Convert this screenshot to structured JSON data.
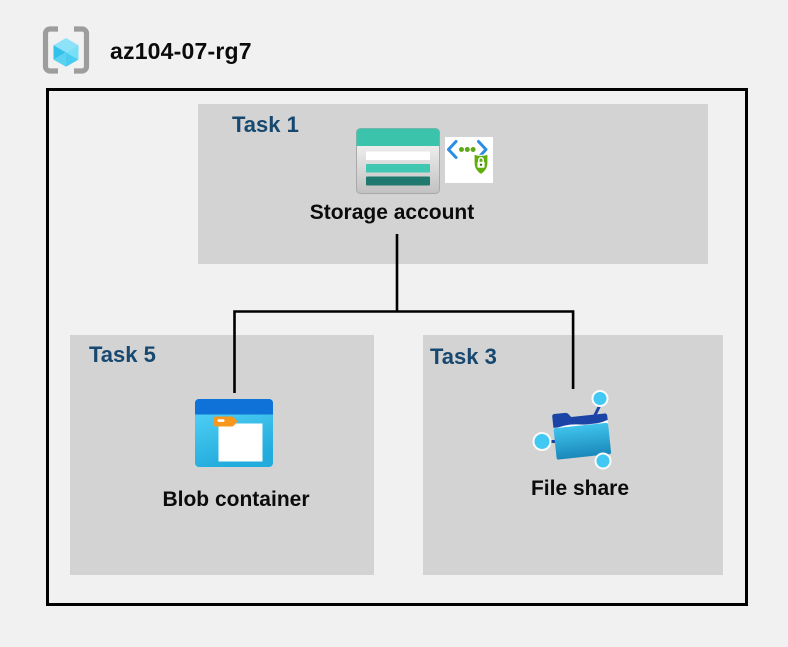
{
  "header": {
    "title": "az104-07-rg7",
    "icon": "resource-group-icon"
  },
  "groups": [
    {
      "task_label": "Task 1",
      "node": {
        "label": "Storage account",
        "icons": [
          "storage-account-icon",
          "secure-access-sas-icon"
        ]
      }
    },
    {
      "task_label": "Task 5",
      "node": {
        "label": "Blob container",
        "icons": [
          "blob-container-icon"
        ]
      }
    },
    {
      "task_label": "Task 3",
      "node": {
        "label": "File share",
        "icons": [
          "file-share-icon"
        ]
      }
    }
  ],
  "connections": [
    {
      "from": "Storage account",
      "to": "Blob container"
    },
    {
      "from": "Storage account",
      "to": "File share"
    }
  ],
  "colors": {
    "background": "#f1f1f1",
    "box_fill": "#d3d3d3",
    "boundary_border": "#000000",
    "task_label": "#17486f",
    "text": "#0b0b0b",
    "storage_teal": "#3bc3ab",
    "storage_teal_dark": "#20796e",
    "azure_blue_header": "#0e72d8",
    "blob_cyan": "#2fbde8",
    "tag_orange": "#f8961d",
    "sas_bracket_blue": "#2b8ce4",
    "sas_green": "#5fae0c",
    "fileshare_navy": "#1c43a6",
    "fileshare_cyan": "#41c9f3",
    "bracket_gray": "#9d9d9d"
  }
}
